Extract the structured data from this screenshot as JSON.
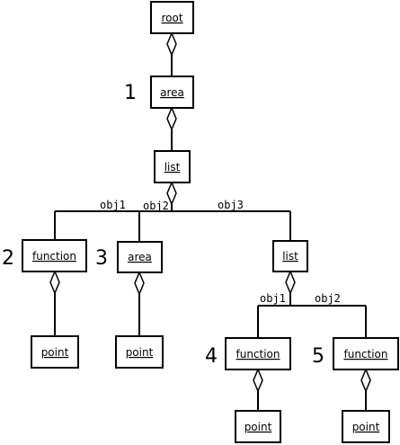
{
  "nodes": {
    "root": "root",
    "area1": "area",
    "list1": "list",
    "function2": "function",
    "area3": "area",
    "list_right": "list",
    "point_left": "point",
    "point_mid": "point",
    "function4": "function",
    "function5": "function",
    "point4": "point",
    "point5": "point"
  },
  "numbers": {
    "n1": "1",
    "n2": "2",
    "n3": "3",
    "n4": "4",
    "n5": "5"
  },
  "edges": {
    "obj1_top": "obj1",
    "obj2_top": "obj2",
    "obj3_top": "obj3",
    "obj1_right": "obj1",
    "obj2_right": "obj2"
  }
}
